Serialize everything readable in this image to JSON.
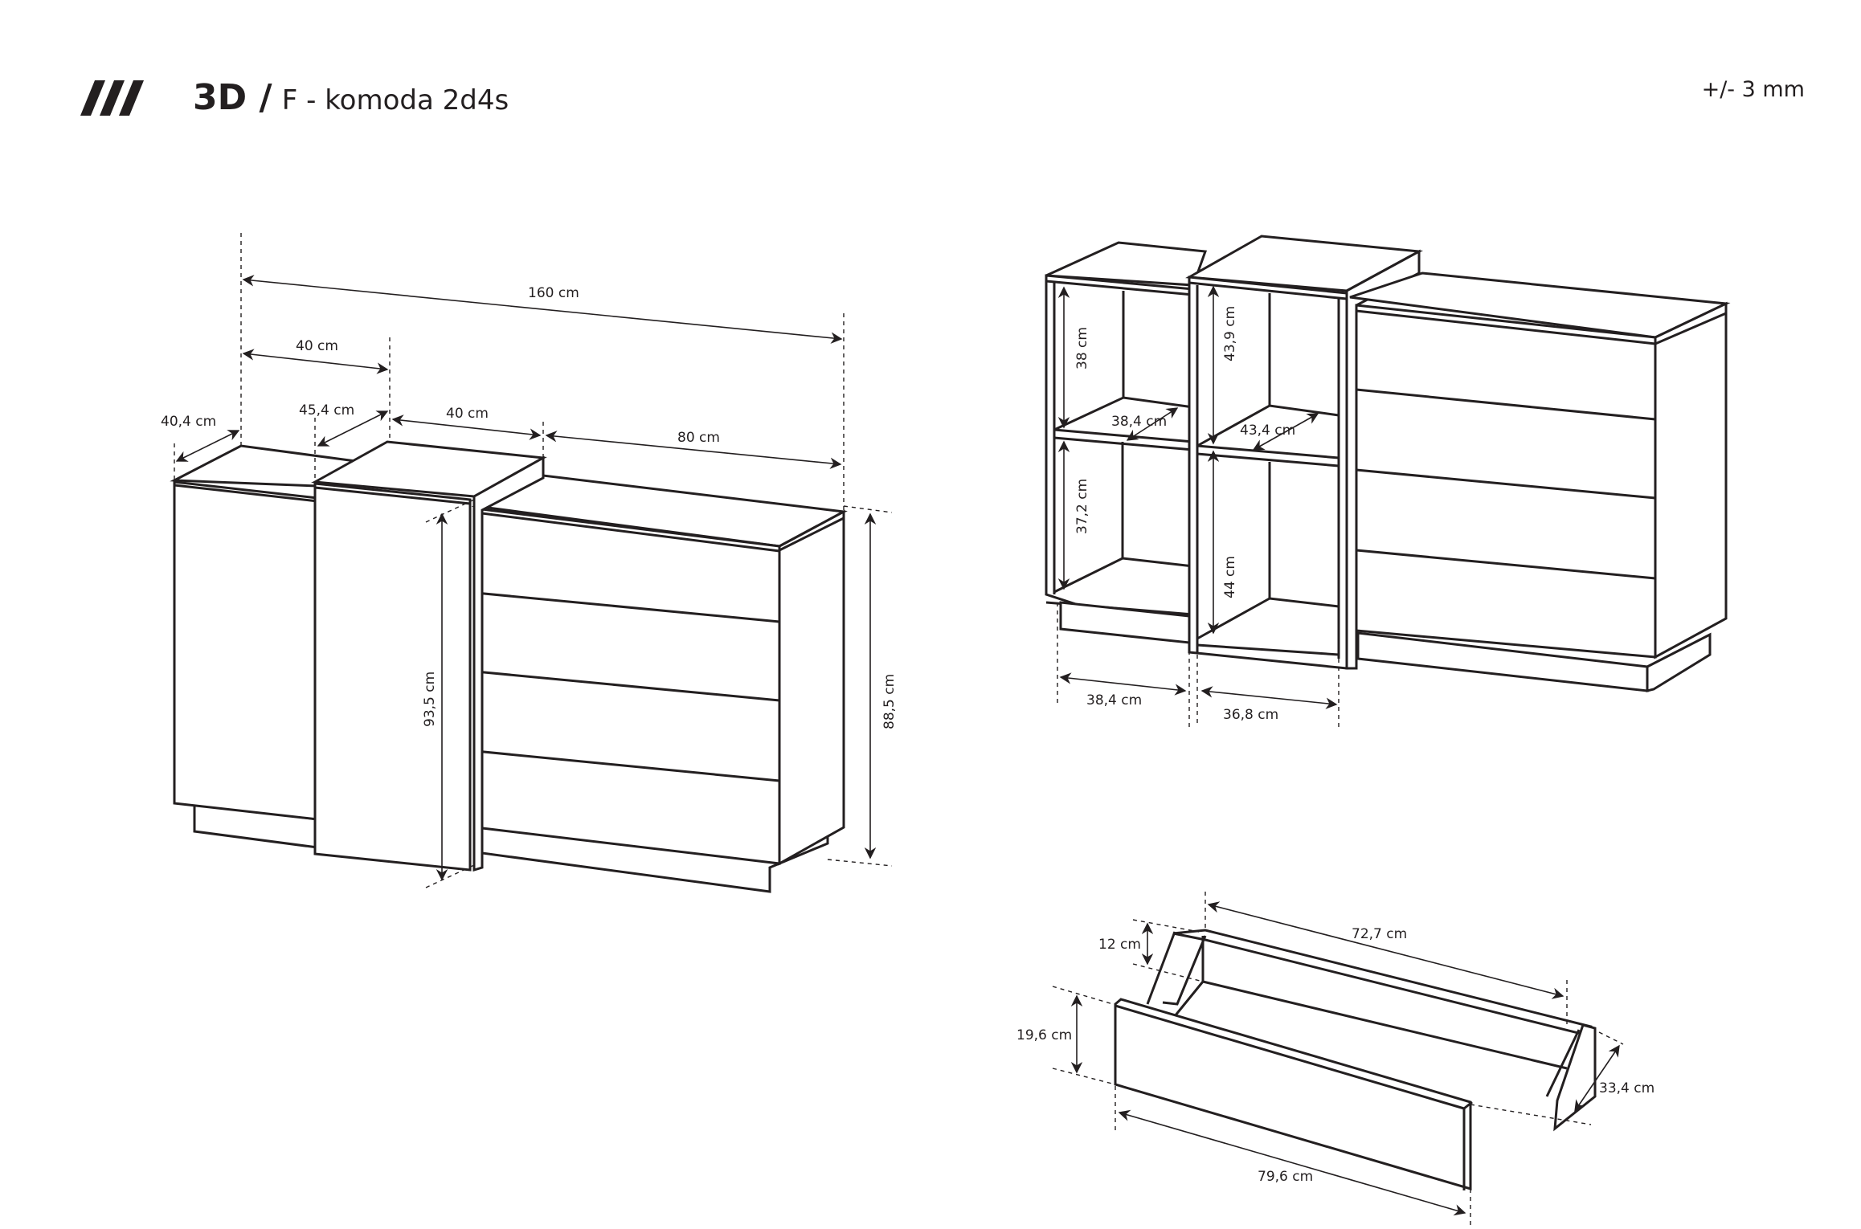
{
  "header": {
    "logo_icon": "triple-slash-logo-icon",
    "title_bold": "3D /",
    "title_sub": "F - komoda 2d4s",
    "tolerance": "+/- 3 mm"
  },
  "colors": {
    "ink": "#231f20",
    "background": "#ffffff"
  },
  "views": {
    "closed_view": {
      "dimensions": {
        "total_width": "160 cm",
        "left_cabinet_width": "40 cm",
        "left_cabinet_depth": "40,4 cm",
        "middle_cabinet_depth": "45,4 cm",
        "middle_cabinet_width": "40 cm",
        "dresser_width": "80 cm",
        "middle_cabinet_height": "93,5 cm",
        "dresser_height": "88,5 cm"
      }
    },
    "open_view": {
      "dimensions": {
        "left_upper_shelf_height": "38 cm",
        "left_lower_shelf_height": "37,2 cm",
        "left_shelf_depth": "38,4 cm",
        "right_upper_shelf_height": "43,9 cm",
        "right_lower_shelf_height": "44 cm",
        "right_shelf_depth": "43,4 cm",
        "left_inner_width": "38,4 cm",
        "right_inner_width": "36,8 cm"
      }
    },
    "drawer_view": {
      "dimensions": {
        "inner_length": "72,7 cm",
        "side_height": "12 cm",
        "front_height": "19,6 cm",
        "depth": "33,4 cm",
        "front_length": "79,6 cm"
      }
    }
  }
}
